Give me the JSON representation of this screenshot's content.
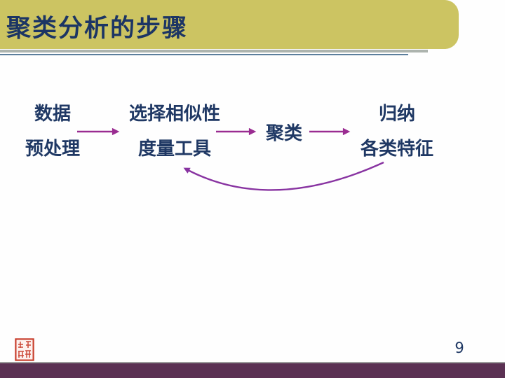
{
  "slide": {
    "title": "聚类分析的步骤",
    "page_number": "9"
  },
  "flow": {
    "type": "flowchart",
    "steps": [
      {
        "id": "data-preprocessing",
        "line1": "数据",
        "line2": "预处理"
      },
      {
        "id": "similarity-measure",
        "line1": "选择相似性",
        "line2": "度量工具"
      },
      {
        "id": "clustering",
        "label": "聚类"
      },
      {
        "id": "summarize-features",
        "line1": "归纳",
        "line2": "各类特征"
      }
    ],
    "arrows": [
      {
        "from": "data-preprocessing",
        "to": "similarity-measure",
        "style": "straight"
      },
      {
        "from": "similarity-measure",
        "to": "clustering",
        "style": "straight"
      },
      {
        "from": "clustering",
        "to": "summarize-features",
        "style": "straight"
      },
      {
        "from": "summarize-features",
        "to": "similarity-measure",
        "style": "curved-feedback"
      }
    ]
  },
  "icons": {
    "seal": "red-chinese-seal-stamp-icon"
  },
  "colors": {
    "header-bg": "#CCC462",
    "title-text": "#1C3564",
    "body-text": "#1F3864",
    "arrow": "#9A2C91",
    "curve-arrow": "#8833A1",
    "divider-gray": "#ADB4AE",
    "divider-blue": "#5C7E9C",
    "footer-bg": "#5B3153",
    "footer-line": "#9B9B9B",
    "page-number": "#1F3864",
    "seal-red": "#C9402E"
  }
}
